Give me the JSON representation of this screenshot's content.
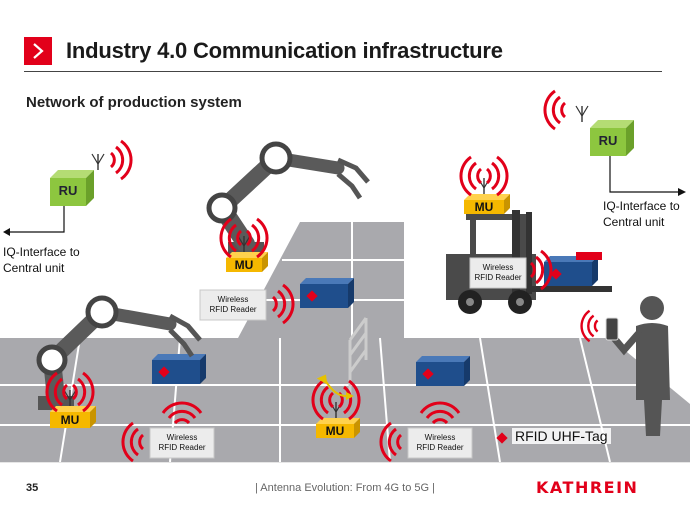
{
  "slide": {
    "title": "Industry 4.0   Communication infrastructure",
    "subtitle": "Network of production system",
    "page_number": "35",
    "footer_text": "| Antenna Evolution: From 4G to 5G |",
    "brand": "KATHREIN"
  },
  "labels": {
    "ru": "RU",
    "mu": "MU",
    "reader_line1": "Wireless",
    "reader_line2": "RFID Reader",
    "iq_line1": "IQ-Interface to",
    "iq_line2": "Central unit",
    "legend": "RFID UHF-Tag"
  },
  "colors": {
    "accent": "#e2001a",
    "ru_green": "#8dc63f",
    "mu_yellow": "#f5b800",
    "tag_box": "#1f4e8c",
    "floor": "#a9a9ad",
    "robot": "#5a5a5a"
  }
}
